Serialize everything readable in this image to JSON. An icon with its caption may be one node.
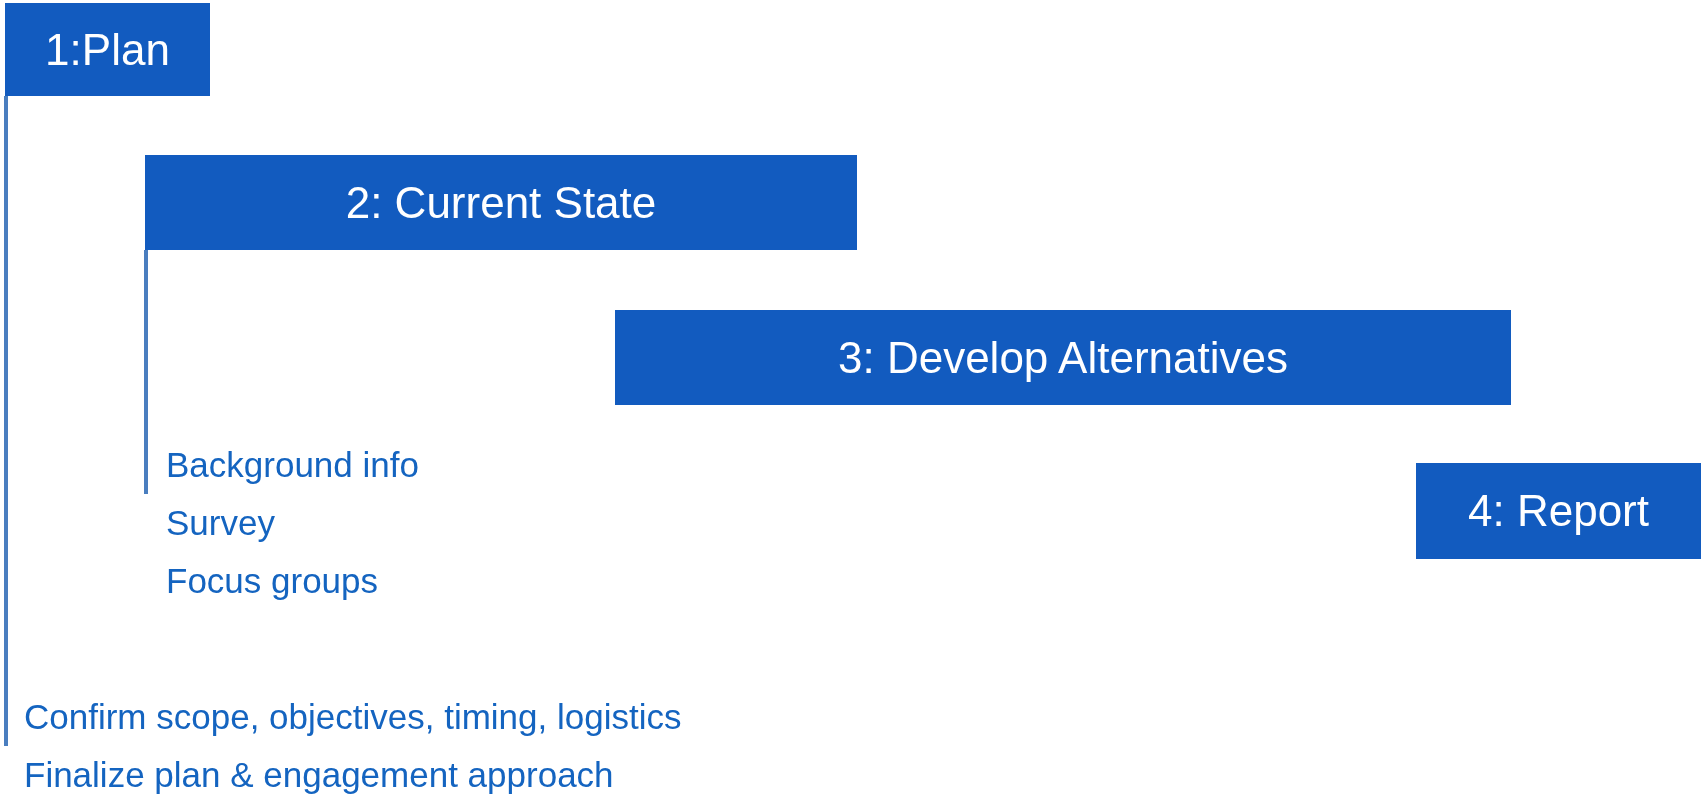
{
  "diagram": {
    "nodes": [
      {
        "text": [
          "1:Plan"
        ]
      },
      {
        "text": [
          "2: Current State"
        ]
      },
      {
        "text": [
          "3: Develop Alternatives"
        ]
      },
      {
        "text": [
          "4: Report"
        ]
      },
      {
        "text": [
          "Background info",
          "Survey",
          "Focus groups"
        ]
      },
      {
        "text": [
          "Confirm scope, objectives, timing, logistics",
          "Finalize plan & engagement approach"
        ]
      }
    ],
    "edges": [
      {
        "from": 0,
        "to": 5,
        "arrow": "none"
      },
      {
        "from": 1,
        "to": 4,
        "arrow": "none"
      }
    ]
  }
}
